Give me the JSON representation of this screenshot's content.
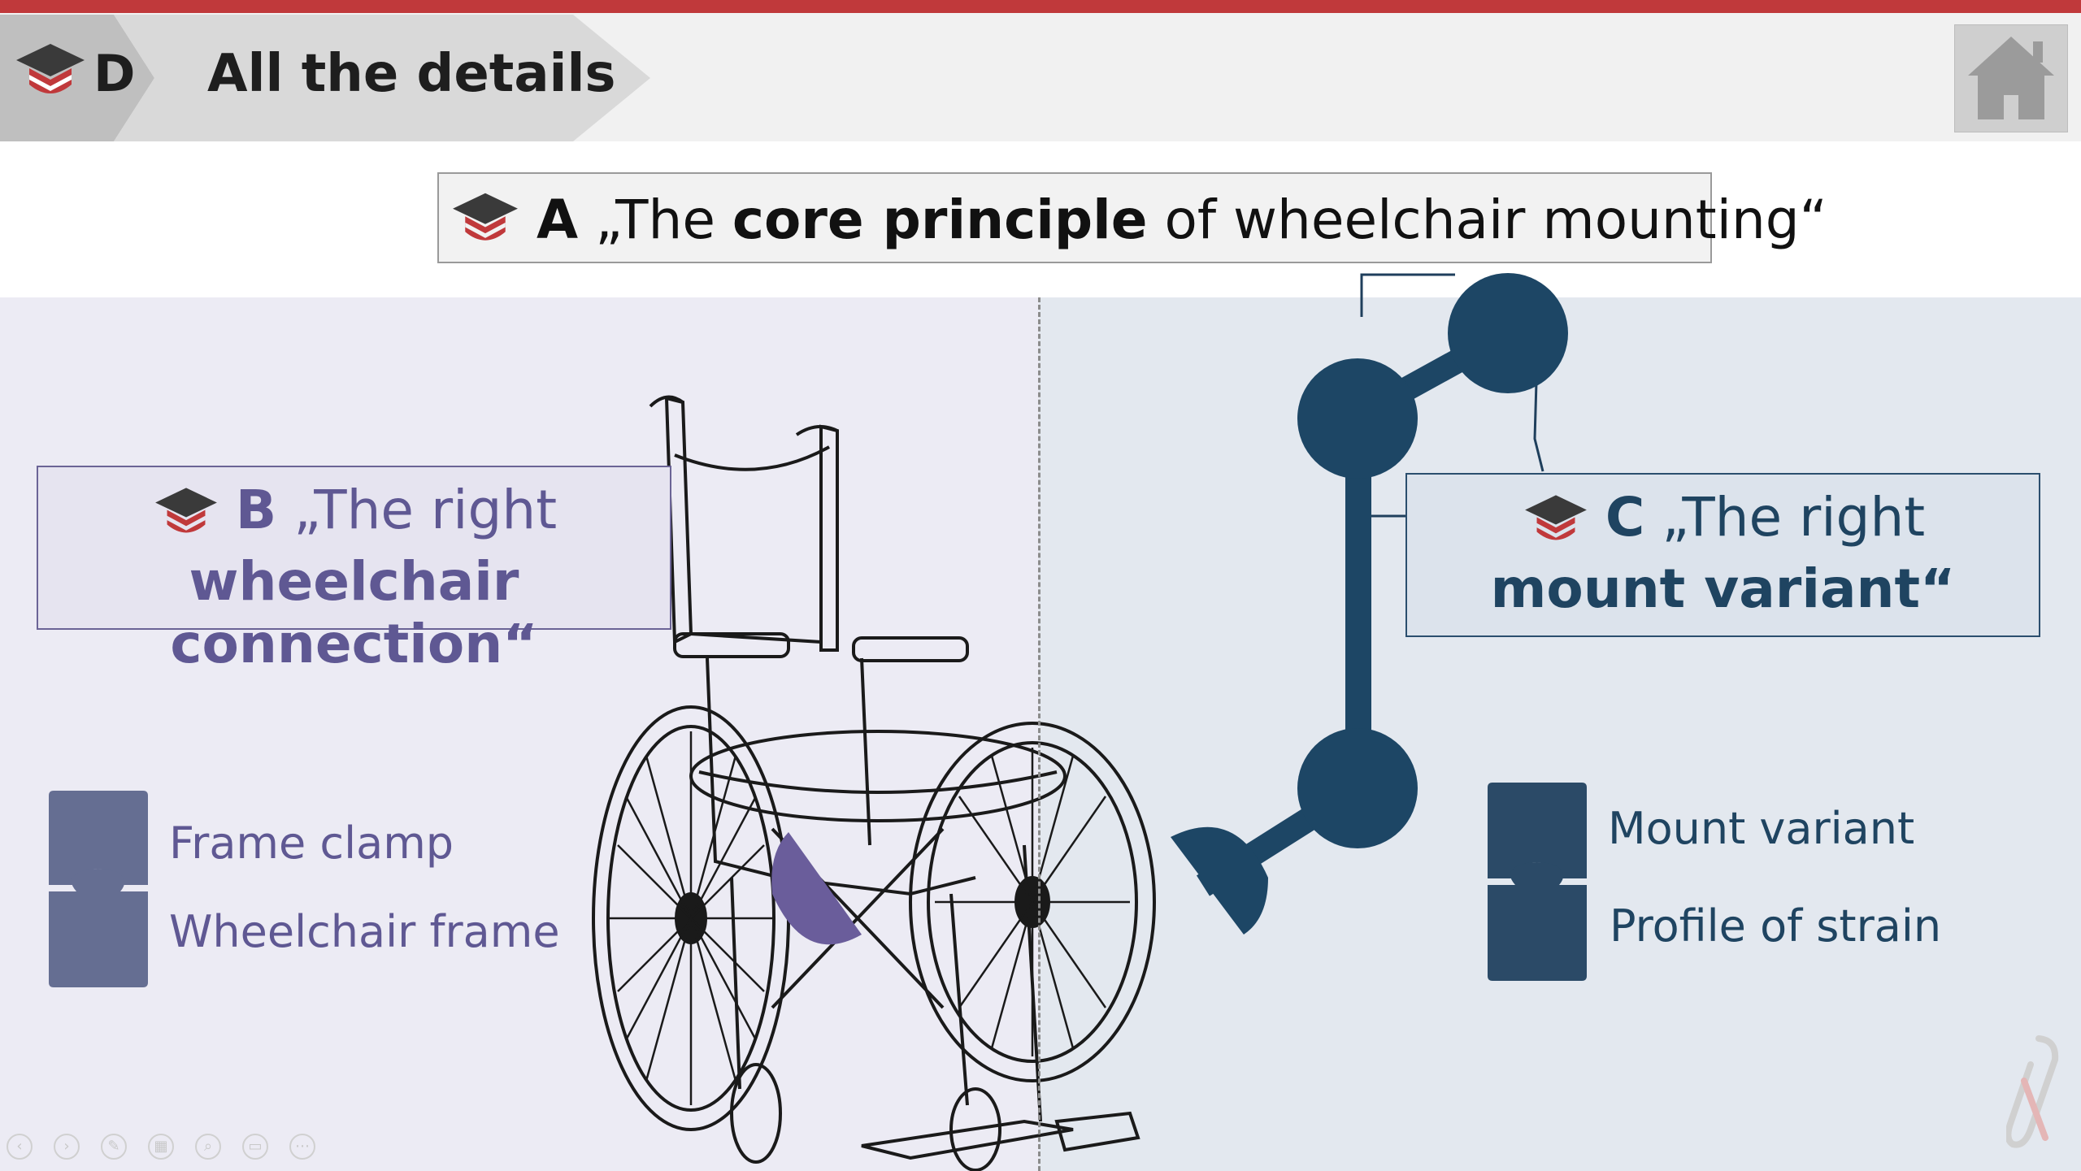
{
  "header": {
    "section_letter": "D",
    "title": "All the details",
    "home_icon": "home-icon"
  },
  "principle_a": {
    "letter": "A",
    "open_quote": " „The ",
    "bold": "core principle",
    "rest": " of wheelchair mounting“"
  },
  "principle_b": {
    "letter": "B",
    "line1_rest": " „The right",
    "line2": "wheelchair connection“"
  },
  "principle_c": {
    "letter": "C",
    "line1_rest": " „The right",
    "line2": "mount variant“"
  },
  "left_puzzle": {
    "top_label": "Frame clamp",
    "bottom_label": "Wheelchair frame",
    "color": "#656e92"
  },
  "right_puzzle": {
    "top_label": "Mount variant",
    "bottom_label": "Profile of strain",
    "color": "#2b4a67"
  },
  "colors": {
    "accent_red": "#c0393b",
    "purple": "#5f5893",
    "navy": "#1f4461"
  }
}
